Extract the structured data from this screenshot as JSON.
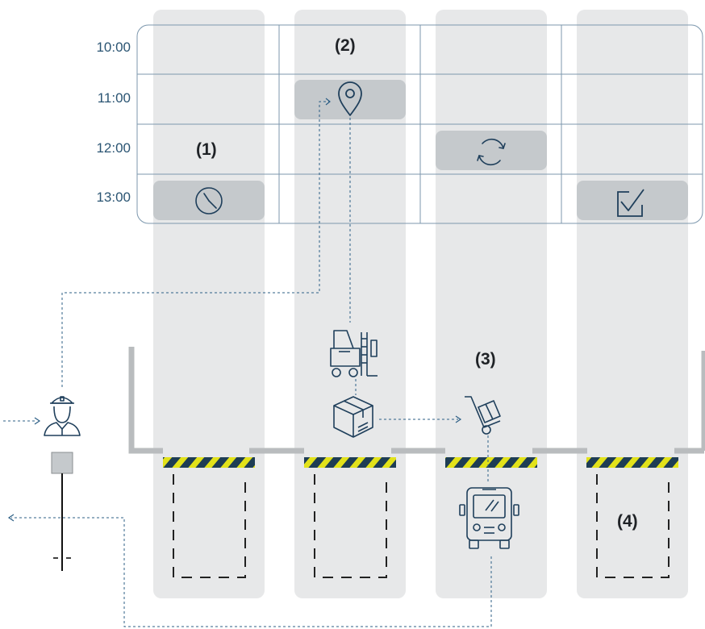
{
  "schedule": {
    "times": [
      "10:00",
      "11:00",
      "12:00",
      "13:00"
    ]
  },
  "steps": {
    "step1": "(1)",
    "step2": "(2)",
    "step3": "(3)",
    "step4": "(4)"
  },
  "appointments": [
    {
      "lane": 1,
      "time": "13:00",
      "icon": "clock-icon"
    },
    {
      "lane": 2,
      "time": "11:00",
      "icon": "location-pin-icon"
    },
    {
      "lane": 3,
      "time": "12:00",
      "icon": "refresh-icon"
    },
    {
      "lane": 4,
      "time": "13:00",
      "icon": "checkbox-icon"
    }
  ],
  "icons": [
    "clock-icon",
    "location-pin-icon",
    "refresh-icon",
    "checkbox-icon",
    "forklift-icon",
    "package-icon",
    "hand-truck-icon",
    "truck-icon",
    "guard-icon",
    "gate-barrier-icon"
  ],
  "colors": {
    "lane": "#e7e8e9",
    "slot": "#c5c9cc",
    "grid": "#7c97ad",
    "icon_stroke": "#1f3f5b",
    "connector": "#2d5f86",
    "wall": "#b9bcbe",
    "hazard_dark": "#1e3d54",
    "hazard_yellow": "#e2e21a",
    "text": "#2b5573"
  }
}
